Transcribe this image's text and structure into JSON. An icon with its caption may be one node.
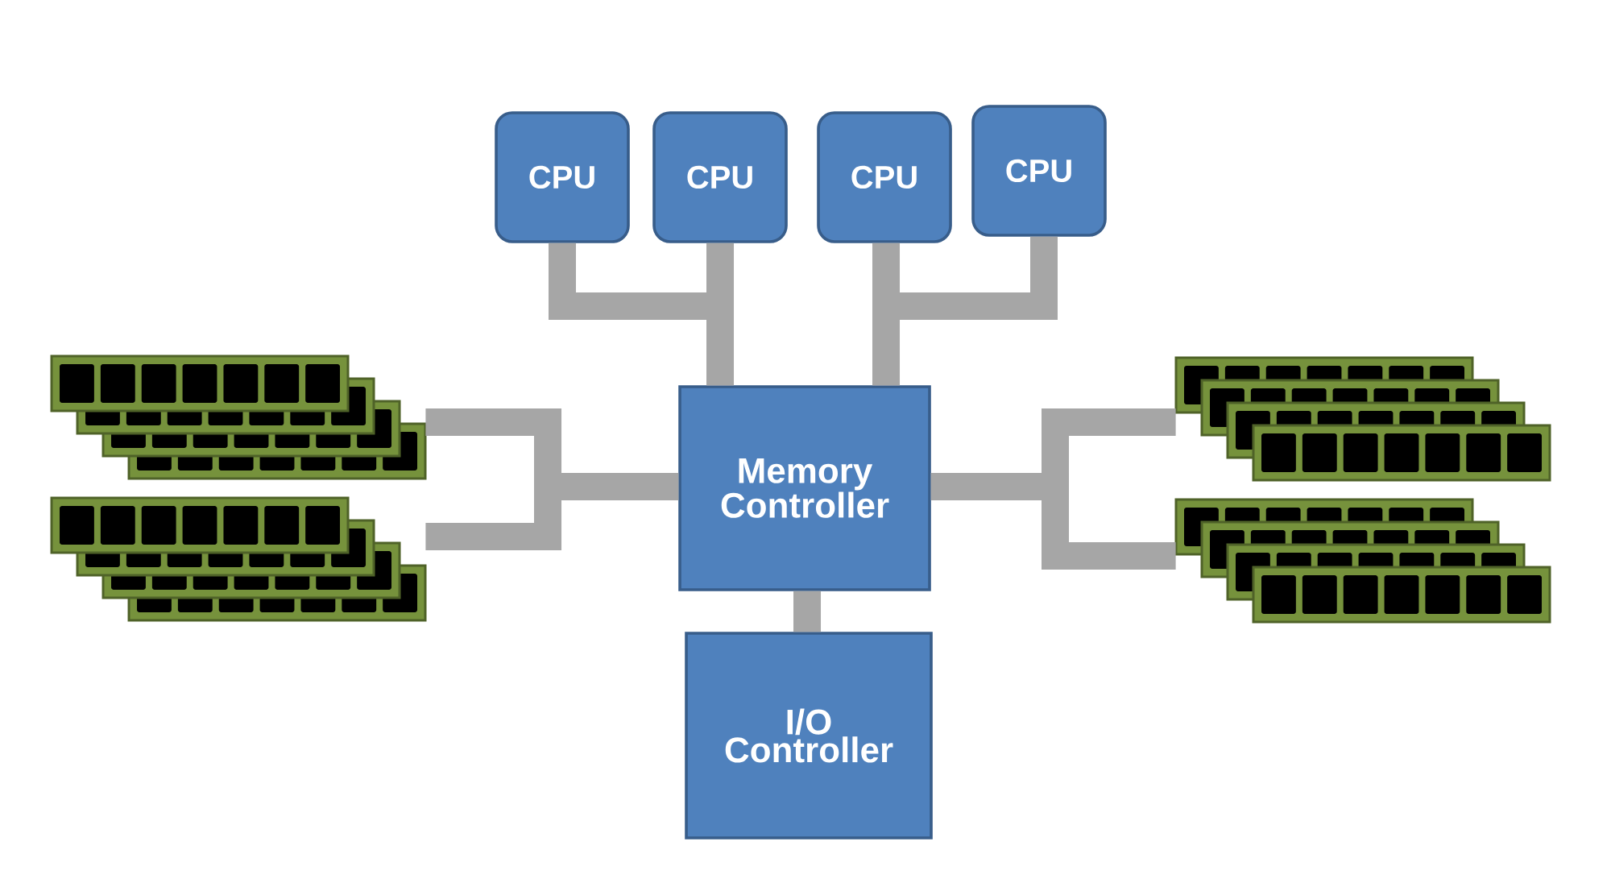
{
  "diagram": {
    "nodes": [
      {
        "text": [
          "CPU"
        ]
      },
      {
        "text": [
          "CPU"
        ]
      },
      {
        "text": [
          "CPU"
        ]
      },
      {
        "text": [
          "CPU"
        ]
      },
      {
        "text": [
          "Memory Controller"
        ]
      },
      {
        "text": [
          "I/O Controller"
        ]
      },
      {
        "text": [],
        "shape": "picture"
      },
      {
        "text": [],
        "shape": "picture"
      },
      {
        "text": [],
        "shape": "picture"
      },
      {
        "text": [],
        "shape": "picture"
      }
    ],
    "edges": [
      {
        "from": 0,
        "to": 4,
        "arrow": "none"
      },
      {
        "from": 1,
        "to": 4,
        "arrow": "none"
      },
      {
        "from": 2,
        "to": 4,
        "arrow": "none"
      },
      {
        "from": 3,
        "to": 4,
        "arrow": "none"
      },
      {
        "from": 4,
        "to": 5,
        "arrow": "none"
      },
      {
        "from": 6,
        "to": 4,
        "arrow": "none"
      },
      {
        "from": 7,
        "to": 4,
        "arrow": "none"
      },
      {
        "from": 8,
        "to": 4,
        "arrow": "none"
      },
      {
        "from": 9,
        "to": 4,
        "arrow": "none"
      }
    ]
  }
}
